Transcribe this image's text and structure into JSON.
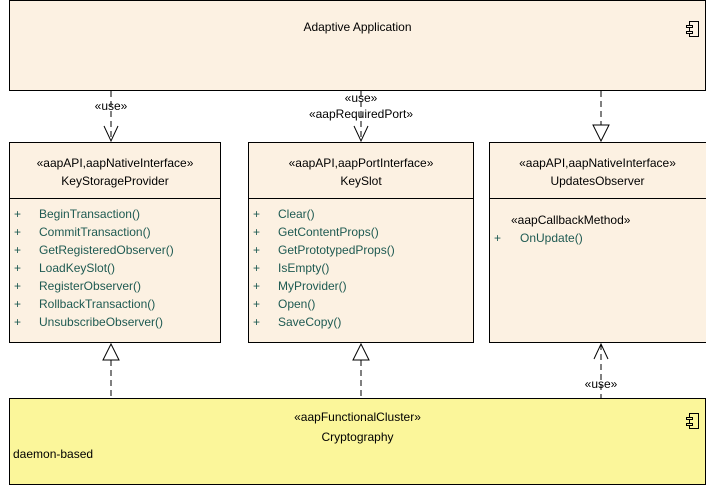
{
  "application": {
    "name": "Adaptive Application"
  },
  "interfaces": [
    {
      "stereotype": "«aapAPI,aapNativeInterface»",
      "name": "KeyStorageProvider",
      "operations": [
        "BeginTransaction()",
        "CommitTransaction()",
        "GetRegisteredObserver()",
        "LoadKeySlot()",
        "RegisterObserver()",
        "RollbackTransaction()",
        "UnsubscribeObserver()"
      ]
    },
    {
      "stereotype": "«aapAPI,aapPortInterface»",
      "name": "KeySlot",
      "operations": [
        "Clear()",
        "GetContentProps()",
        "GetPrototypedProps()",
        "IsEmpty()",
        "MyProvider()",
        "Open()",
        "SaveCopy()"
      ]
    },
    {
      "stereotype": "«aapAPI,aapNativeInterface»",
      "name": "UpdatesObserver",
      "callback_stereotype": "«aapCallbackMethod»",
      "operations": [
        "OnUpdate()"
      ]
    }
  ],
  "cluster": {
    "stereotype": "«aapFunctionalCluster»",
    "name": "Cryptography",
    "tag": "daemon-based"
  },
  "links": {
    "use_label": "«use»",
    "required_port_label": "«aapRequiredPort»",
    "visibility_symbol": "+"
  }
}
